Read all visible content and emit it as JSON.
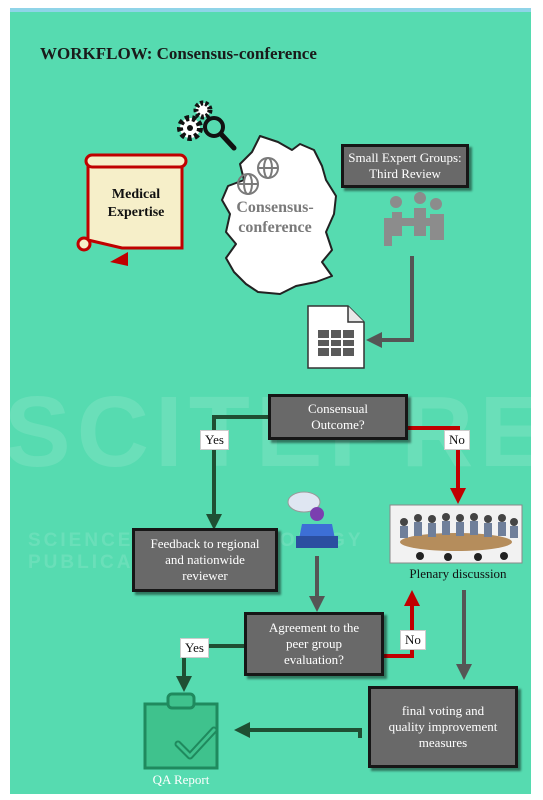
{
  "title": "WORKFLOW: Consensus-conference",
  "watermark": {
    "big": "SCITEPRESS",
    "small": "SCIENCE AND TECHNOLOGY PUBLICATIONS"
  },
  "nodes": {
    "medical_expertise": "Medical\nExpertise",
    "consensus_conference": "Consensus-\nconference",
    "small_expert_groups": "Small Expert Groups:\nThird Review",
    "consensual_outcome": "Consensual\nOutcome?",
    "feedback": "Feedback to regional\nand nationwide\nreviewer",
    "plenary": "Plenary discussion",
    "agreement": "Agreement to the\npeer group\nevaluation?",
    "final_voting": "final voting and\nquality improvement\nmeasures",
    "qa_report": "QA Report"
  },
  "edge_labels": {
    "yes1": "Yes",
    "no1": "No",
    "yes2": "Yes",
    "no2": "No"
  },
  "colors": {
    "background": "#56dbb0",
    "box_fill": "#696969",
    "box_border": "#161616",
    "arrow_dark": "#1f4f33",
    "arrow_gray": "#555555",
    "arrow_red": "#c00000",
    "scroll_red": "#c00000",
    "scroll_paper": "#f6efc9"
  },
  "icons": [
    "gears-magnifier-icon",
    "germany-map-icon",
    "globe-icon",
    "expert-group-icon",
    "spreadsheet-document-icon",
    "speaker-chat-icon",
    "meeting-photo-icon",
    "clipboard-check-icon"
  ]
}
